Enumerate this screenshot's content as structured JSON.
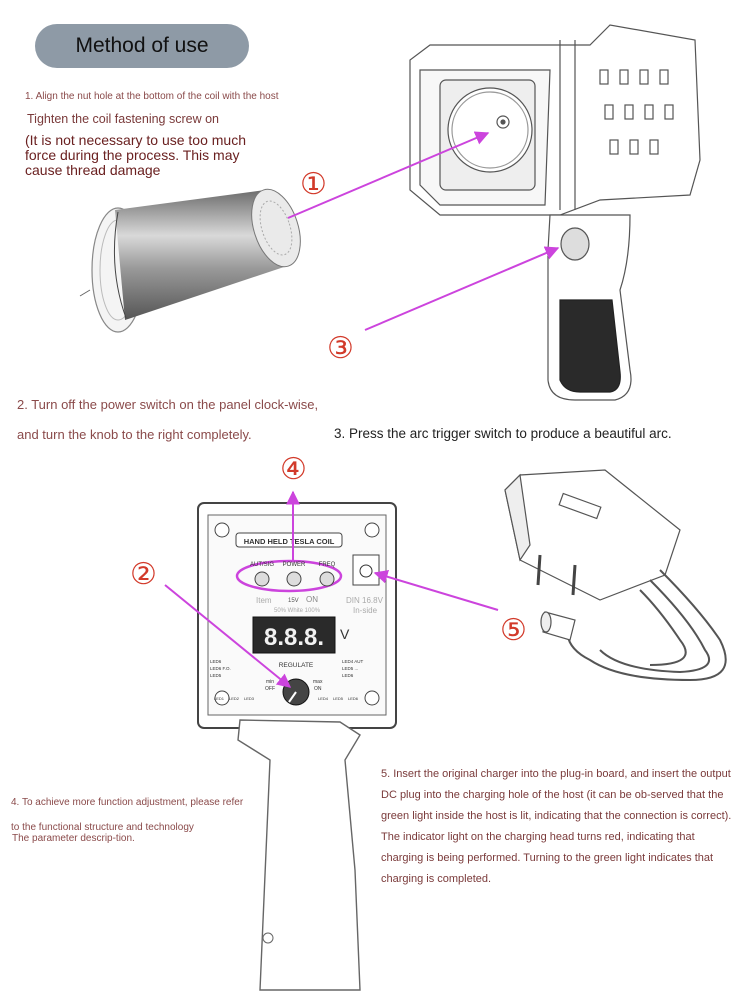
{
  "title": "Method of use",
  "step1": {
    "line1": "1. Align the nut hole at the bottom of the coil with the host",
    "line2": "Tighten the coil fastening screw on",
    "note": "(It is not necessary to use too much force during the process. This may cause thread damage"
  },
  "step2": "2. Turn off the power switch on the panel clock-wise, and turn the knob to the right completely.",
  "step3": "3. Press the arc trigger switch to produce a beautiful arc.",
  "step4": {
    "text": "4. To achieve more function adjustment, please refer to the functional structure and technology",
    "param": "The parameter descrip-tion."
  },
  "step5": "5. Insert the original charger into the plug-in board, and insert the output DC plug into the charging hole of the host (it can be ob-served that the green light inside the host is lit, indicating that the connection is correct). The indicator light on the charging head turns red, indicating that charging is being performed. Turning to the green light indicates that charging is completed.",
  "markers": [
    "①",
    "②",
    "③",
    "④",
    "⑤"
  ],
  "panel": {
    "brand": "HAND HELD TESLA COIL",
    "buttons": [
      "AUT/SIG",
      "POWER",
      "FREQ"
    ],
    "item_label": "Item",
    "voltage_label": "15V",
    "on_label": "ON",
    "mode_row": "50% White 100%",
    "dc_label": "DIN 16.8V",
    "inside_label": "In-side",
    "display": "8.8.8.",
    "unit": "V",
    "regulate": "REGULATE",
    "min_label": "min",
    "max_label": "max",
    "off_label": "OFF",
    "on2_label": "ON",
    "led_left": [
      "LED6",
      "LED6 F.O.",
      "LED5"
    ],
    "led_right": [
      "LED4 AUT",
      "LED5 ...",
      "LED6"
    ],
    "led_bottom": [
      "LED1",
      "LED2",
      "LED3",
      "LED4",
      "LED5",
      "LED6"
    ]
  },
  "colors": {
    "arrow": "#cc44dd",
    "marker": "#d23a2a",
    "pill": "#8e9aa6"
  }
}
